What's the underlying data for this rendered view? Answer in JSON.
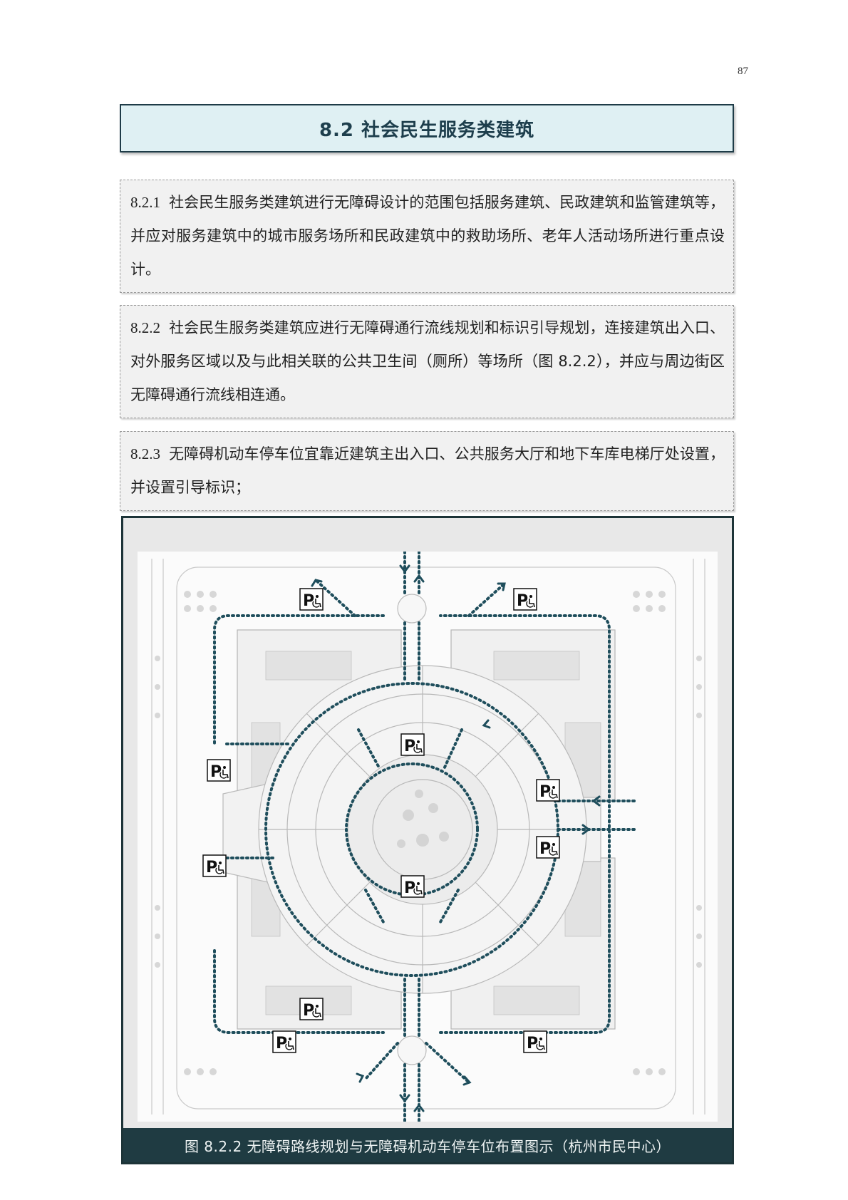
{
  "page": {
    "number": "87"
  },
  "section": {
    "title": "8.2 社会民生服务类建筑"
  },
  "clauses": [
    {
      "num": "8.2.1",
      "text": "社会民生服务类建筑进行无障碍设计的范围包括服务建筑、民政建筑和监管建筑等，并应对服务建筑中的城市服务场所和民政建筑中的救助场所、老年人活动场所进行重点设计。"
    },
    {
      "num": "8.2.2",
      "text": "社会民生服务类建筑应进行无障碍通行流线规划和标识引导规划，连接建筑出入口、对外服务区域以及与此相关联的公共卫生间（厕所）等场所（图 8.2.2），并应与周边街区无障碍通行流线相连通。"
    },
    {
      "num": "8.2.3",
      "text": "无障碍机动车停车位宜靠近建筑主出入口、公共服务大厅和地下车库电梯厅处设置，并设置引导标识；"
    }
  ],
  "figure": {
    "caption": "图 8.2.2  无障碍路线规划与无障碍机动车停车位布置图示（杭州市民中心）",
    "parking_symbol": "P",
    "parking_icon": "accessible-parking-icon",
    "colors": {
      "route": "#1f4e5c",
      "frame": "#1d3438",
      "caption_bg": "#1f3b42",
      "header_bg": "#dff0f3"
    }
  }
}
